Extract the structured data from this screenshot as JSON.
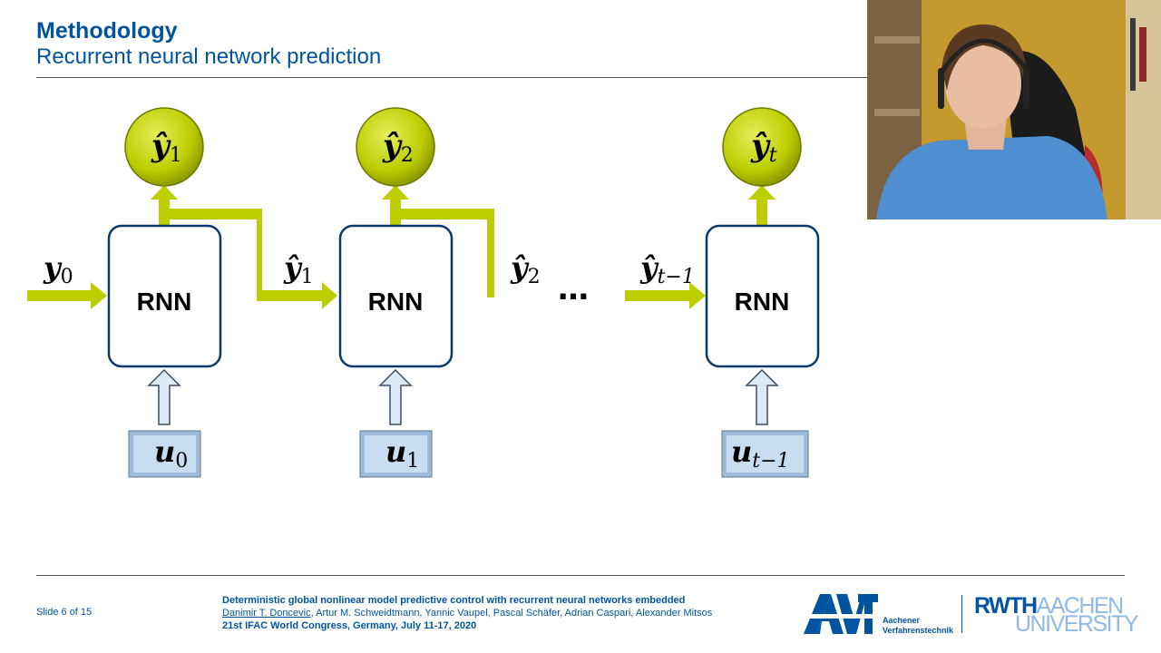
{
  "header": {
    "title": "Methodology",
    "subtitle": "Recurrent neural network prediction"
  },
  "diagram": {
    "cells": [
      {
        "label": "RNN",
        "output": "ŷ",
        "output_sub": "1",
        "input": "u",
        "input_sub": "0"
      },
      {
        "label": "RNN",
        "output": "ŷ",
        "output_sub": "2",
        "input": "u",
        "input_sub": "1"
      },
      {
        "label": "RNN",
        "output": "ŷ",
        "output_sub": "t",
        "input": "u",
        "input_sub": "t−1"
      }
    ],
    "feeds": [
      {
        "symbol": "y",
        "sub": "0"
      },
      {
        "symbol": "ŷ",
        "sub": "1"
      },
      {
        "symbol": "ŷ",
        "sub": "2"
      },
      {
        "symbol": "ŷ",
        "sub": "t−1"
      }
    ],
    "ellipsis": "…",
    "colors": {
      "accent": "#bdcd00",
      "accent_dark": "#8a9a00",
      "box_border": "#00549f",
      "input_fill": "#c7ddf2"
    }
  },
  "footer": {
    "slide": "Slide 6 of 15",
    "line1": "Deterministic global nonlinear model predictive control with recurrent neural networks embedded",
    "author_underlined": "Danimir T. Doncevic",
    "authors_rest": ", Artur M. Schweidtmann, Yannic Vaupel, Pascal Schäfer, Adrian Caspari, Alexander Mitsos",
    "line3": "21st IFAC World Congress, Germany, July 11-17, 2020"
  },
  "logos": {
    "avt_text_1": "Aachener",
    "avt_text_2": "Verfahrenstechnik",
    "rwth_a": "RWTH",
    "rwth_b": "AACHEN",
    "rwth_c": "UNIVERSITY"
  }
}
